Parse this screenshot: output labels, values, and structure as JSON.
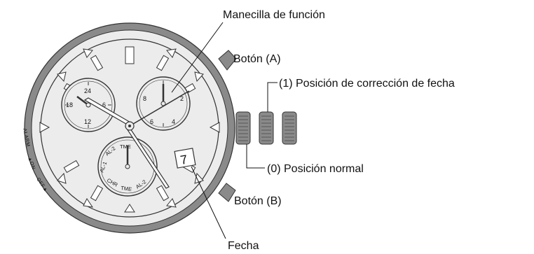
{
  "labels": {
    "function_hand": "Manecilla de función",
    "button_a": "Botón (A)",
    "position_1": "(1) Posición de corrección de fecha",
    "position_0": "(0) Posición normal",
    "button_b": "Botón (B)",
    "date": "Fecha"
  },
  "bezel": {
    "alarm": "ALARM",
    "on": "▲ON",
    "off": "OFF▲"
  },
  "left_subdial": {
    "n24": "24",
    "n6": "6",
    "n12": "12",
    "n18": "18"
  },
  "right_subdial": {
    "n8": "8",
    "n2": "2",
    "n4": "4",
    "n6": "6"
  },
  "bottom_subdial": {
    "tme_top": "TME",
    "al2_top": "AL-2",
    "al1": "AL-1",
    "chr": "CHR",
    "tme_bottom": "TME",
    "al2_bottom": "AL-2"
  },
  "date_window": "7"
}
